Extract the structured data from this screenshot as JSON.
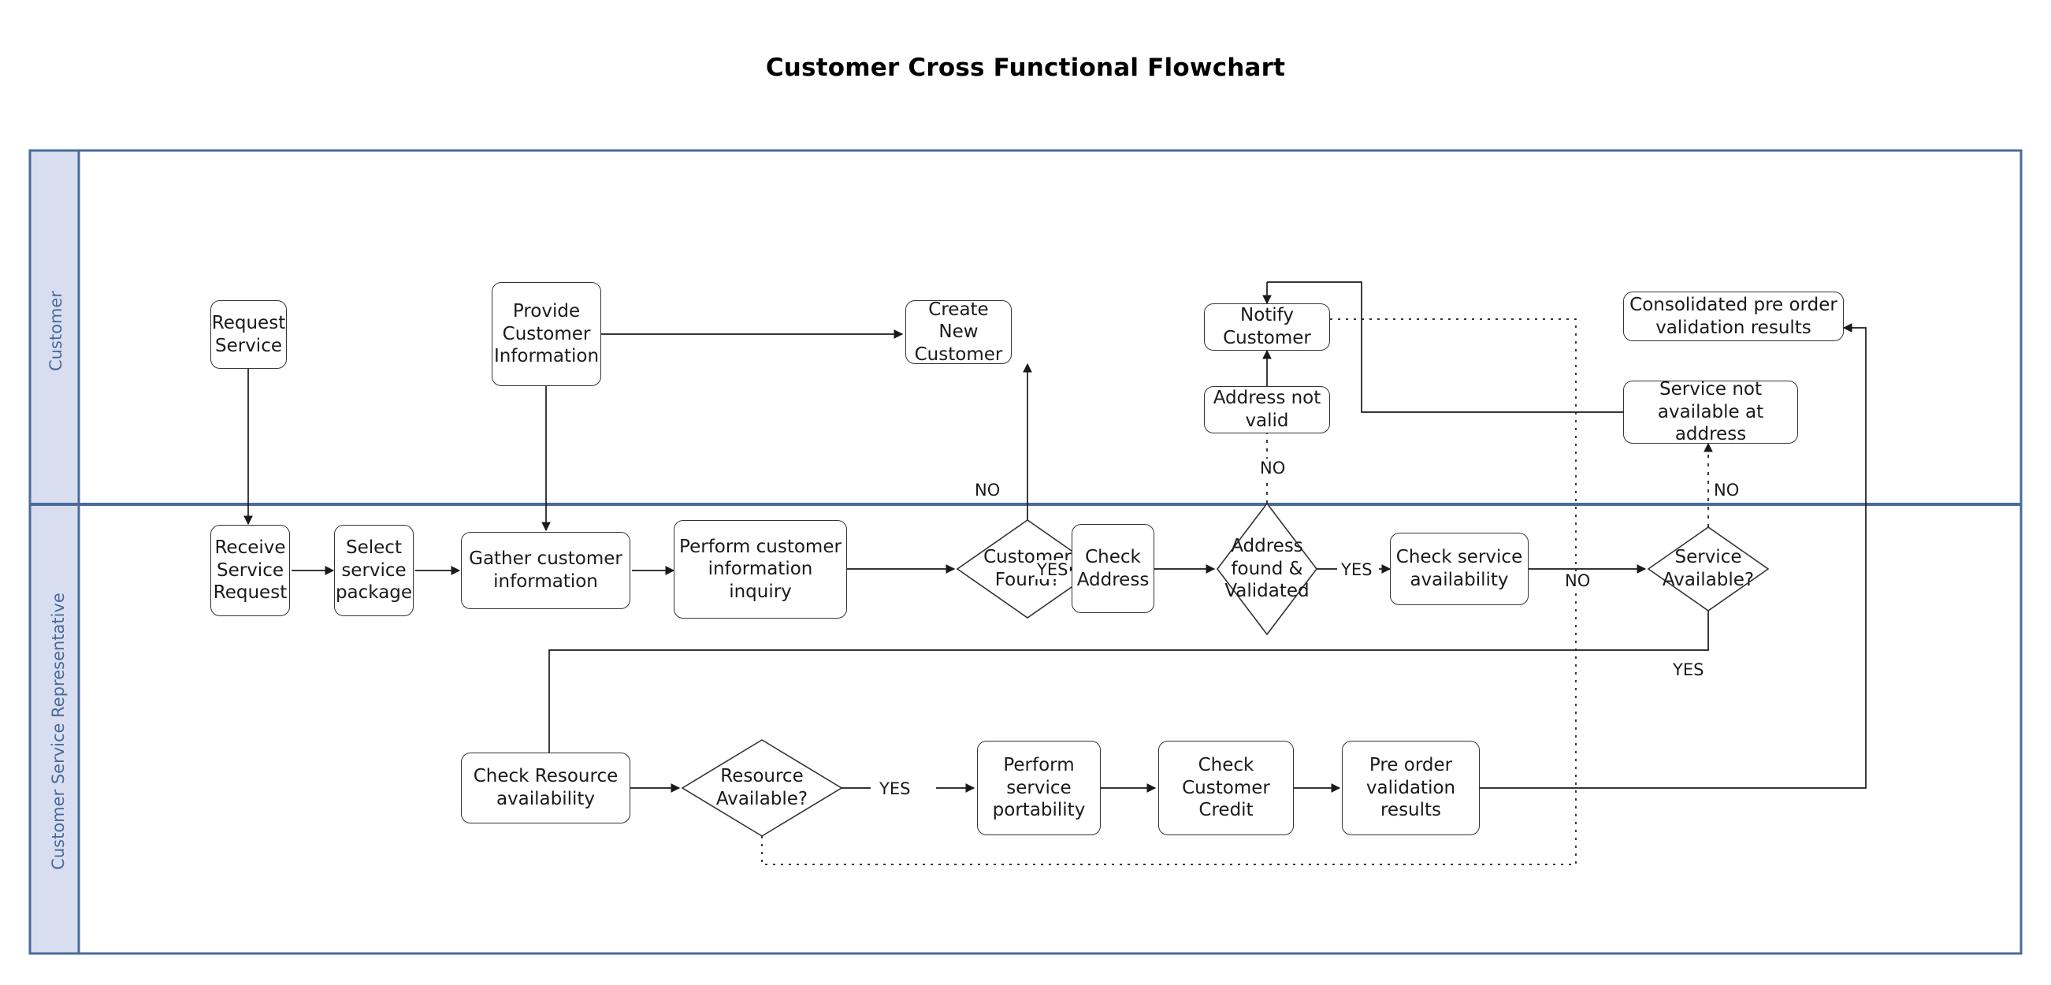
{
  "title": "Customer Cross Functional Flowchart",
  "colors": {
    "lane_border": "#4a6a9b",
    "lane_header_fill": "#d8def0",
    "lane_label_text": "#4a6a9b",
    "node_border": "#333333",
    "node_fill": "#ffffff",
    "connector": "#1a1a1a",
    "page_background": "#ffffff"
  },
  "lanes": [
    {
      "id": "lane-customer",
      "label": "Customer"
    },
    {
      "id": "lane-csr",
      "label": "Customer Service Representative"
    }
  ],
  "nodes": [
    {
      "id": "request-service",
      "label": "Request\nService",
      "shape": "process",
      "lane": "Customer"
    },
    {
      "id": "provide-customer-info",
      "label": "Provide\nCustomer\nInformation",
      "shape": "process",
      "lane": "Customer"
    },
    {
      "id": "create-new-customer",
      "label": "Create New\nCustomer",
      "shape": "process",
      "lane": "Customer"
    },
    {
      "id": "notify-customer",
      "label": "Notify\nCustomer",
      "shape": "process",
      "lane": "Customer"
    },
    {
      "id": "address-not-valid",
      "label": "Address not\nvalid",
      "shape": "process",
      "lane": "Customer"
    },
    {
      "id": "consolidated-pre-order",
      "label": "Consolidated pre order\nvalidation results",
      "shape": "process",
      "lane": "Customer"
    },
    {
      "id": "service-not-available",
      "label": "Service not\navailable at address",
      "shape": "process",
      "lane": "Customer"
    },
    {
      "id": "receive-service-request",
      "label": "Receive\nService\nRequest",
      "shape": "process",
      "lane": "Customer Service Representative"
    },
    {
      "id": "select-service-package",
      "label": "Select\nservice\npackage",
      "shape": "process",
      "lane": "Customer Service Representative"
    },
    {
      "id": "gather-customer-info",
      "label": "Gather customer\ninformation",
      "shape": "process",
      "lane": "Customer Service Representative"
    },
    {
      "id": "perform-info-inquiry",
      "label": "Perform customer\ninformation inquiry",
      "shape": "process",
      "lane": "Customer Service Representative"
    },
    {
      "id": "customer-found",
      "label": "Customer\nFound?",
      "shape": "decision",
      "lane": "Customer Service Representative"
    },
    {
      "id": "check-address",
      "label": "Check\nAddress",
      "shape": "process",
      "lane": "Customer Service Representative"
    },
    {
      "id": "address-found-validated",
      "label": "Address\nfound &\nValidated",
      "shape": "decision",
      "lane": "Customer Service Representative"
    },
    {
      "id": "check-service-avail",
      "label": "Check service\navailability",
      "shape": "process",
      "lane": "Customer Service Representative"
    },
    {
      "id": "service-available",
      "label": "Service\nAvailable?",
      "shape": "decision",
      "lane": "Customer Service Representative"
    },
    {
      "id": "check-resource-avail",
      "label": "Check Resource\navailability",
      "shape": "process",
      "lane": "Customer Service Representative"
    },
    {
      "id": "resource-available",
      "label": "Resource\nAvailable?",
      "shape": "decision",
      "lane": "Customer Service Representative"
    },
    {
      "id": "perform-service-port",
      "label": "Perform\nservice\nportability",
      "shape": "process",
      "lane": "Customer Service Representative"
    },
    {
      "id": "check-customer-credit",
      "label": "Check\nCustomer\nCredit",
      "shape": "process",
      "lane": "Customer Service Representative"
    },
    {
      "id": "pre-order-validation",
      "label": "Pre order\nvalidation\nresults",
      "shape": "process",
      "lane": "Customer Service Representative"
    }
  ],
  "edge_labels": [
    {
      "id": "label-customer-found-no",
      "text": "NO"
    },
    {
      "id": "label-customer-found-yes",
      "text": "YES"
    },
    {
      "id": "label-address-valid-no",
      "text": "NO"
    },
    {
      "id": "label-address-valid-yes",
      "text": "YES"
    },
    {
      "id": "label-service-avail-no",
      "text": "NO"
    },
    {
      "id": "label-service-avail-yes",
      "text": "YES"
    },
    {
      "id": "label-service-not-avail-no",
      "text": "NO"
    },
    {
      "id": "label-resource-avail-yes",
      "text": "YES"
    }
  ],
  "edges": [
    {
      "from": "request-service",
      "to": "receive-service-request",
      "style": "solid"
    },
    {
      "from": "receive-service-request",
      "to": "select-service-package",
      "style": "solid"
    },
    {
      "from": "select-service-package",
      "to": "gather-customer-info",
      "style": "solid"
    },
    {
      "from": "provide-customer-info",
      "to": "gather-customer-info",
      "style": "solid"
    },
    {
      "from": "provide-customer-info",
      "to": "create-new-customer",
      "style": "solid"
    },
    {
      "from": "gather-customer-info",
      "to": "perform-info-inquiry",
      "style": "solid"
    },
    {
      "from": "perform-info-inquiry",
      "to": "customer-found",
      "style": "solid"
    },
    {
      "from": "customer-found",
      "to": "create-new-customer",
      "style": "solid",
      "label": "NO"
    },
    {
      "from": "customer-found",
      "to": "check-address",
      "style": "solid",
      "label": "YES"
    },
    {
      "from": "check-address",
      "to": "address-found-validated",
      "style": "solid"
    },
    {
      "from": "address-found-validated",
      "to": "address-not-valid",
      "style": "dotted",
      "label": "NO"
    },
    {
      "from": "address-not-valid",
      "to": "notify-customer",
      "style": "solid"
    },
    {
      "from": "address-found-validated",
      "to": "check-service-avail",
      "style": "solid",
      "label": "YES"
    },
    {
      "from": "check-service-avail",
      "to": "service-available",
      "style": "solid",
      "label": "NO"
    },
    {
      "from": "service-available",
      "to": "service-not-available",
      "style": "dotted",
      "label": "NO"
    },
    {
      "from": "service-not-available",
      "to": "notify-customer",
      "style": "solid"
    },
    {
      "from": "service-available",
      "to": "check-resource-avail",
      "style": "solid",
      "label": "YES"
    },
    {
      "from": "check-resource-avail",
      "to": "resource-available",
      "style": "solid"
    },
    {
      "from": "resource-available",
      "to": "perform-service-port",
      "style": "solid",
      "label": "YES"
    },
    {
      "from": "resource-available",
      "to": "notify-customer",
      "style": "dotted"
    },
    {
      "from": "perform-service-port",
      "to": "check-customer-credit",
      "style": "solid"
    },
    {
      "from": "check-customer-credit",
      "to": "pre-order-validation",
      "style": "solid"
    },
    {
      "from": "pre-order-validation",
      "to": "consolidated-pre-order",
      "style": "solid"
    }
  ]
}
